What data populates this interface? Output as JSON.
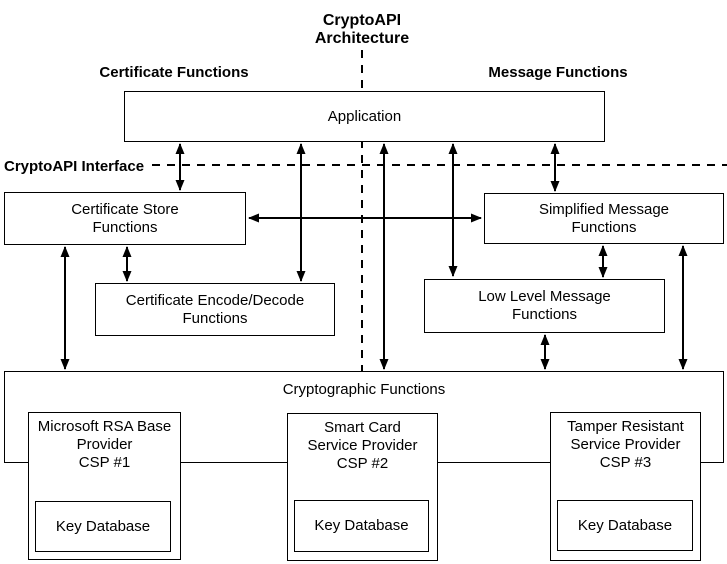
{
  "title": "CryptoAPI\nArchitecture",
  "headers": {
    "certificate_functions": "Certificate Functions",
    "message_functions": "Message Functions",
    "cryptoapi_interface": "CryptoAPI Interface"
  },
  "boxes": {
    "application": "Application",
    "certificate_store": "Certificate Store\nFunctions",
    "simplified_message": "Simplified Message\nFunctions",
    "certificate_encode_decode": "Certificate Encode/Decode\nFunctions",
    "low_level_message": "Low Level Message\nFunctions",
    "cryptographic_functions": "Cryptographic Functions",
    "csp1": "Microsoft RSA Base\nProvider\nCSP #1",
    "csp2": "Smart Card\nService Provider\nCSP #2",
    "csp3": "Tamper Resistant\nService Provider\nCSP #3",
    "key_database_1": "Key Database",
    "key_database_2": "Key Database",
    "key_database_3": "Key Database"
  },
  "edges": [
    {
      "from": "Application",
      "to": "Certificate Store Functions",
      "bidirectional": true
    },
    {
      "from": "Application",
      "to": "Certificate Encode/Decode Functions",
      "bidirectional": true
    },
    {
      "from": "Application",
      "to": "Cryptographic Functions",
      "bidirectional": true
    },
    {
      "from": "Application",
      "to": "Low Level Message Functions",
      "bidirectional": true
    },
    {
      "from": "Application",
      "to": "Simplified Message Functions",
      "bidirectional": true
    },
    {
      "from": "Certificate Store Functions",
      "to": "Simplified Message Functions",
      "bidirectional": true
    },
    {
      "from": "Certificate Store Functions",
      "to": "Certificate Encode/Decode Functions",
      "bidirectional": true
    },
    {
      "from": "Certificate Store Functions",
      "to": "Cryptographic Functions",
      "bidirectional": true
    },
    {
      "from": "Simplified Message Functions",
      "to": "Low Level Message Functions",
      "bidirectional": true
    },
    {
      "from": "Simplified Message Functions",
      "to": "Cryptographic Functions",
      "bidirectional": true
    },
    {
      "from": "Low Level Message Functions",
      "to": "Cryptographic Functions",
      "bidirectional": true
    }
  ],
  "colors": {
    "line": "#000000",
    "text": "#000000",
    "background": "#ffffff"
  }
}
